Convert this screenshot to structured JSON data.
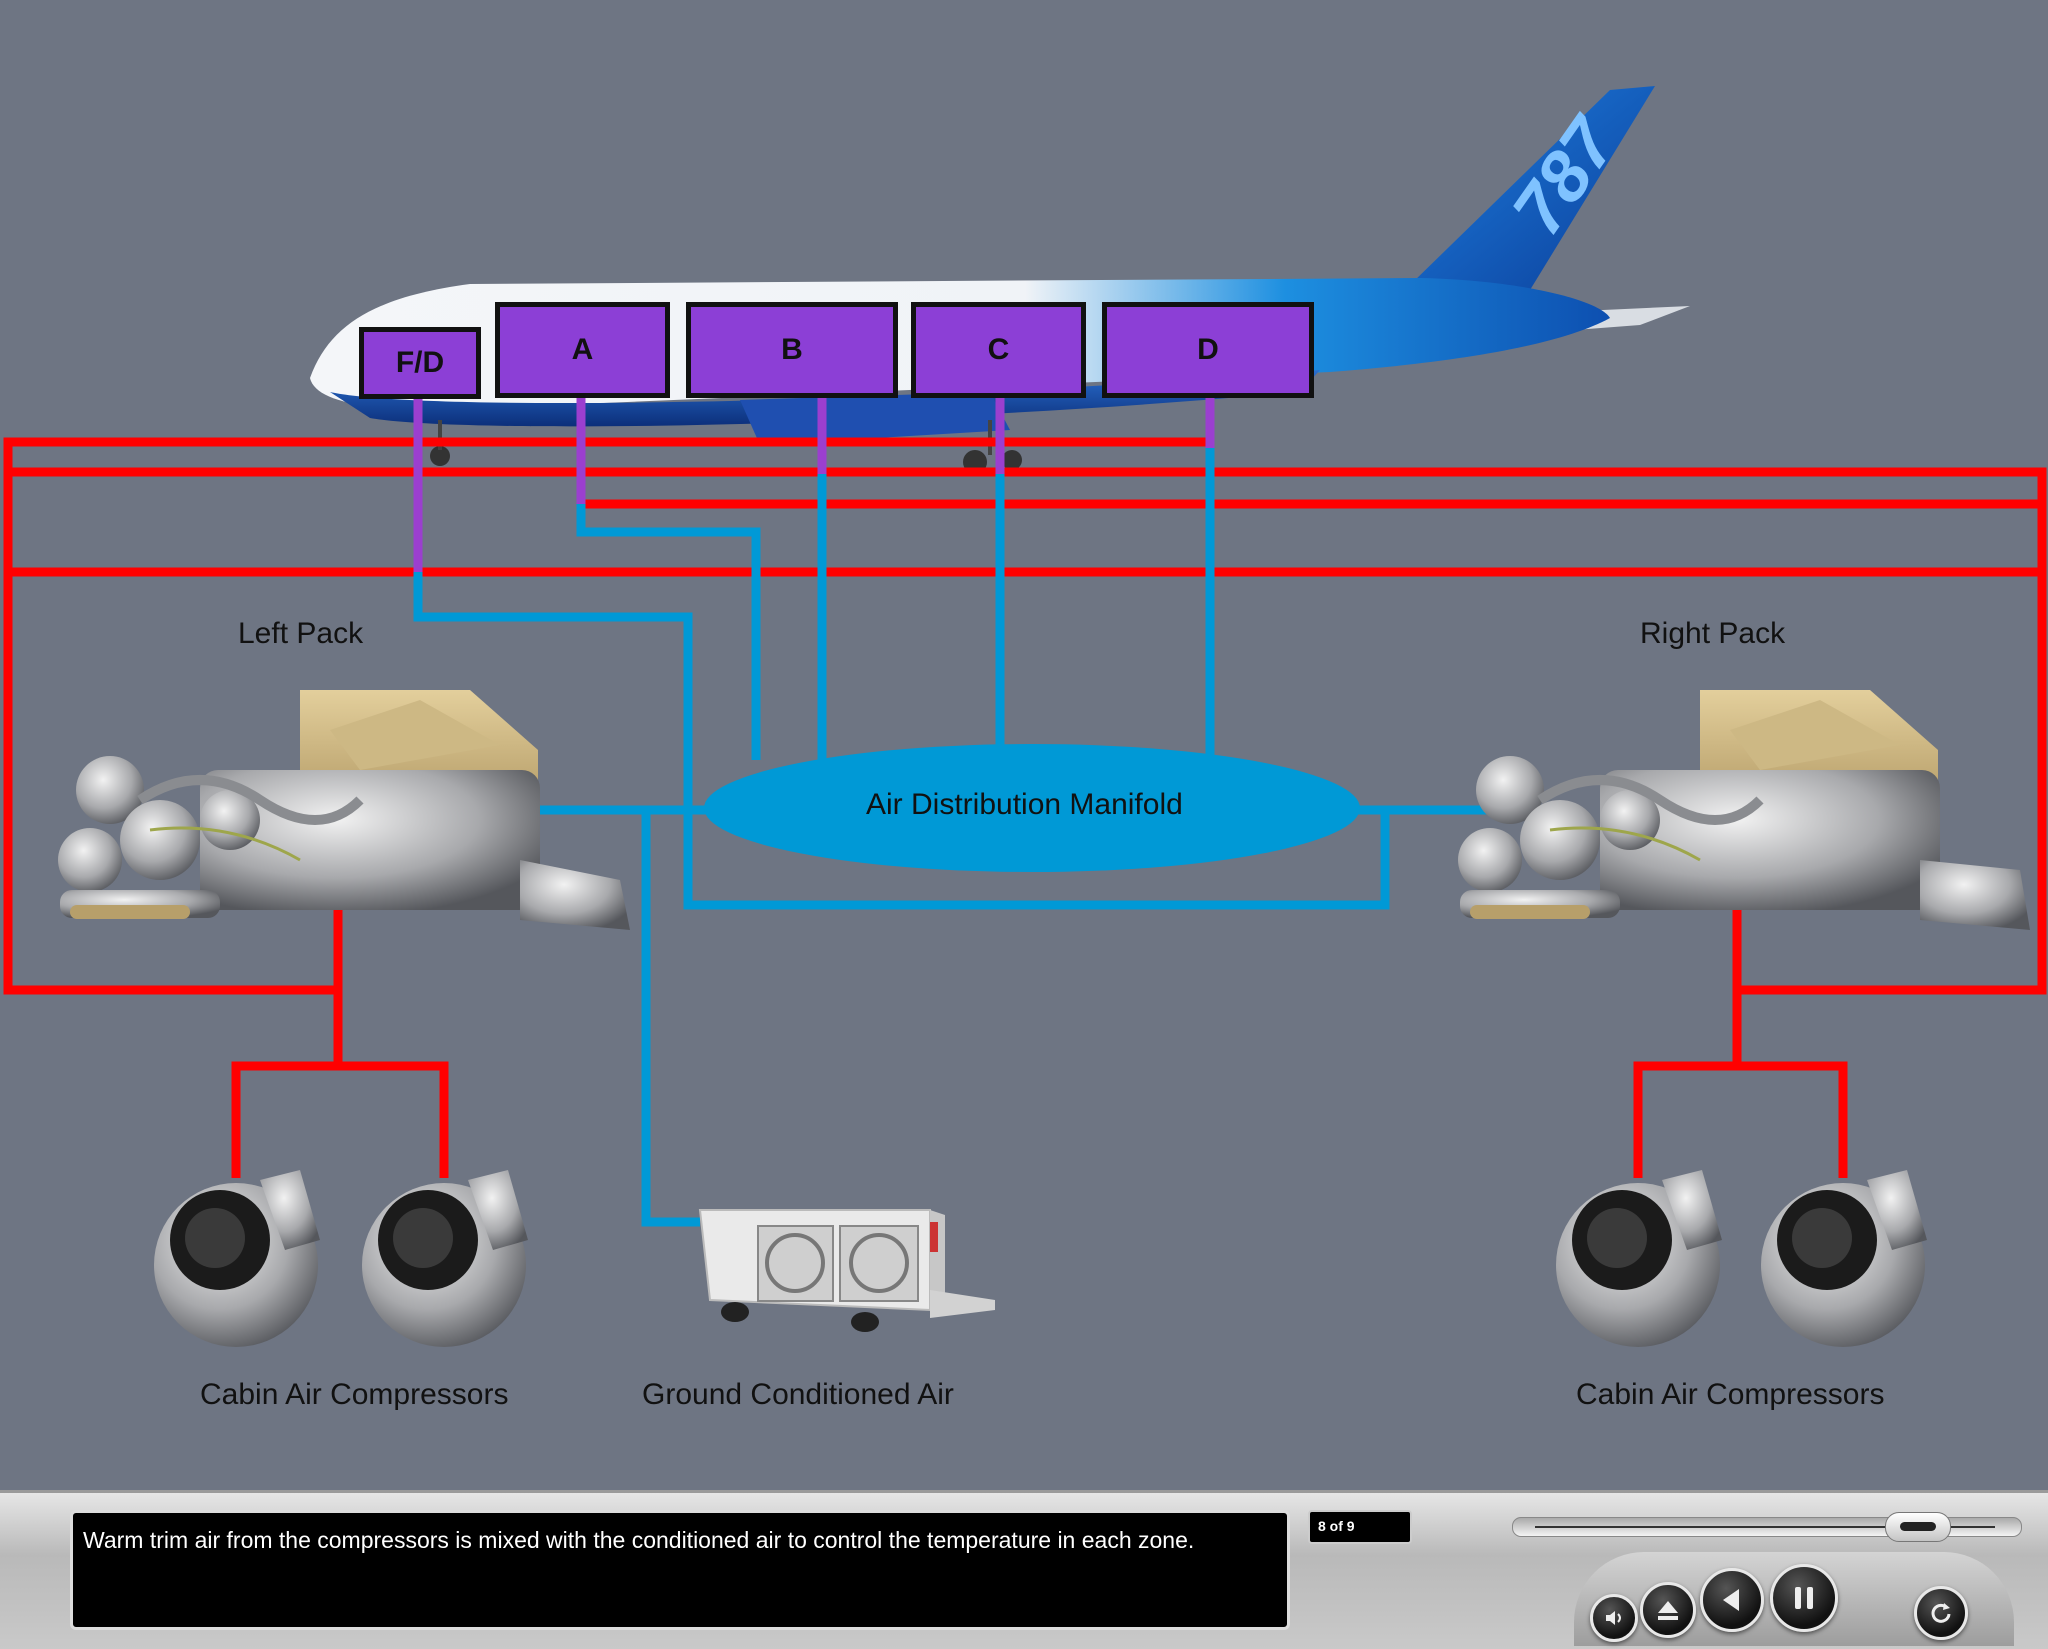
{
  "zones": [
    "F/D",
    "A",
    "B",
    "C",
    "D"
  ],
  "labels": {
    "left_pack": "Left Pack",
    "right_pack": "Right Pack",
    "manifold": "Air Distribution Manifold",
    "compressors_left": "Cabin Air Compressors",
    "compressors_right": "Cabin Air Compressors",
    "ground_air": "Ground Conditioned Air"
  },
  "aircraft": {
    "tail_text": "787"
  },
  "player": {
    "caption": "Warm trim air from the compressors is mixed with the conditioned air to control the temperature in each zone.",
    "page_counter": "8 of 9",
    "progress": 0.83
  },
  "colors": {
    "background": "#6e7583",
    "trim_air_duct": "#ff0000",
    "conditioned_air_duct": "#0099d6",
    "zone_fill": "#8c3fd6",
    "mixed_air_duct": "#9b3fcf"
  },
  "icons": [
    "volume-icon",
    "eject-icon",
    "back-icon",
    "pause-icon",
    "replay-icon"
  ]
}
